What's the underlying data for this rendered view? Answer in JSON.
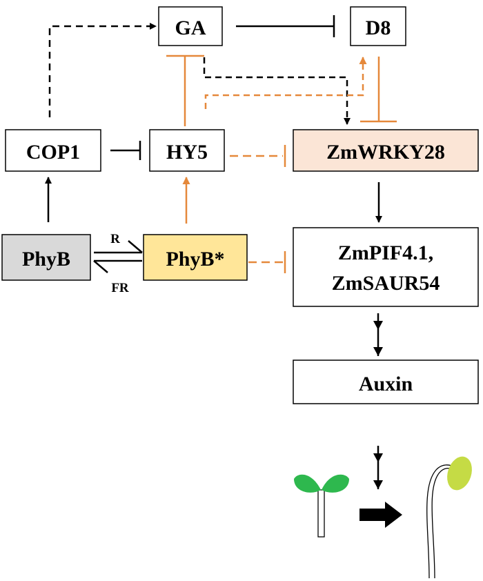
{
  "nodes": {
    "ga": "GA",
    "d8": "D8",
    "cop1": "COP1",
    "hy5": "HY5",
    "zmwrky28": "ZmWRKY28",
    "phyb": "PhyB",
    "phyb_active": "PhyB*",
    "zmpif_line1": "ZmPIF4.1,",
    "zmpif_line2": "ZmSAUR54",
    "auxin": "Auxin"
  },
  "edge_labels": {
    "red_light": "R",
    "far_red_light": "FR"
  },
  "colors": {
    "black": "#000000",
    "orange": "#E5883A",
    "phyb_fill": "#D9D9D9",
    "phyb_active_fill": "#FFE699",
    "zmwrky28_fill": "#FBE5D6",
    "cotyledon_green": "#2EB84E",
    "hook_green": "#C5DB45"
  },
  "icons": [
    "short-seedling-icon",
    "elongated-seedling-icon",
    "thick-right-arrow-icon"
  ]
}
